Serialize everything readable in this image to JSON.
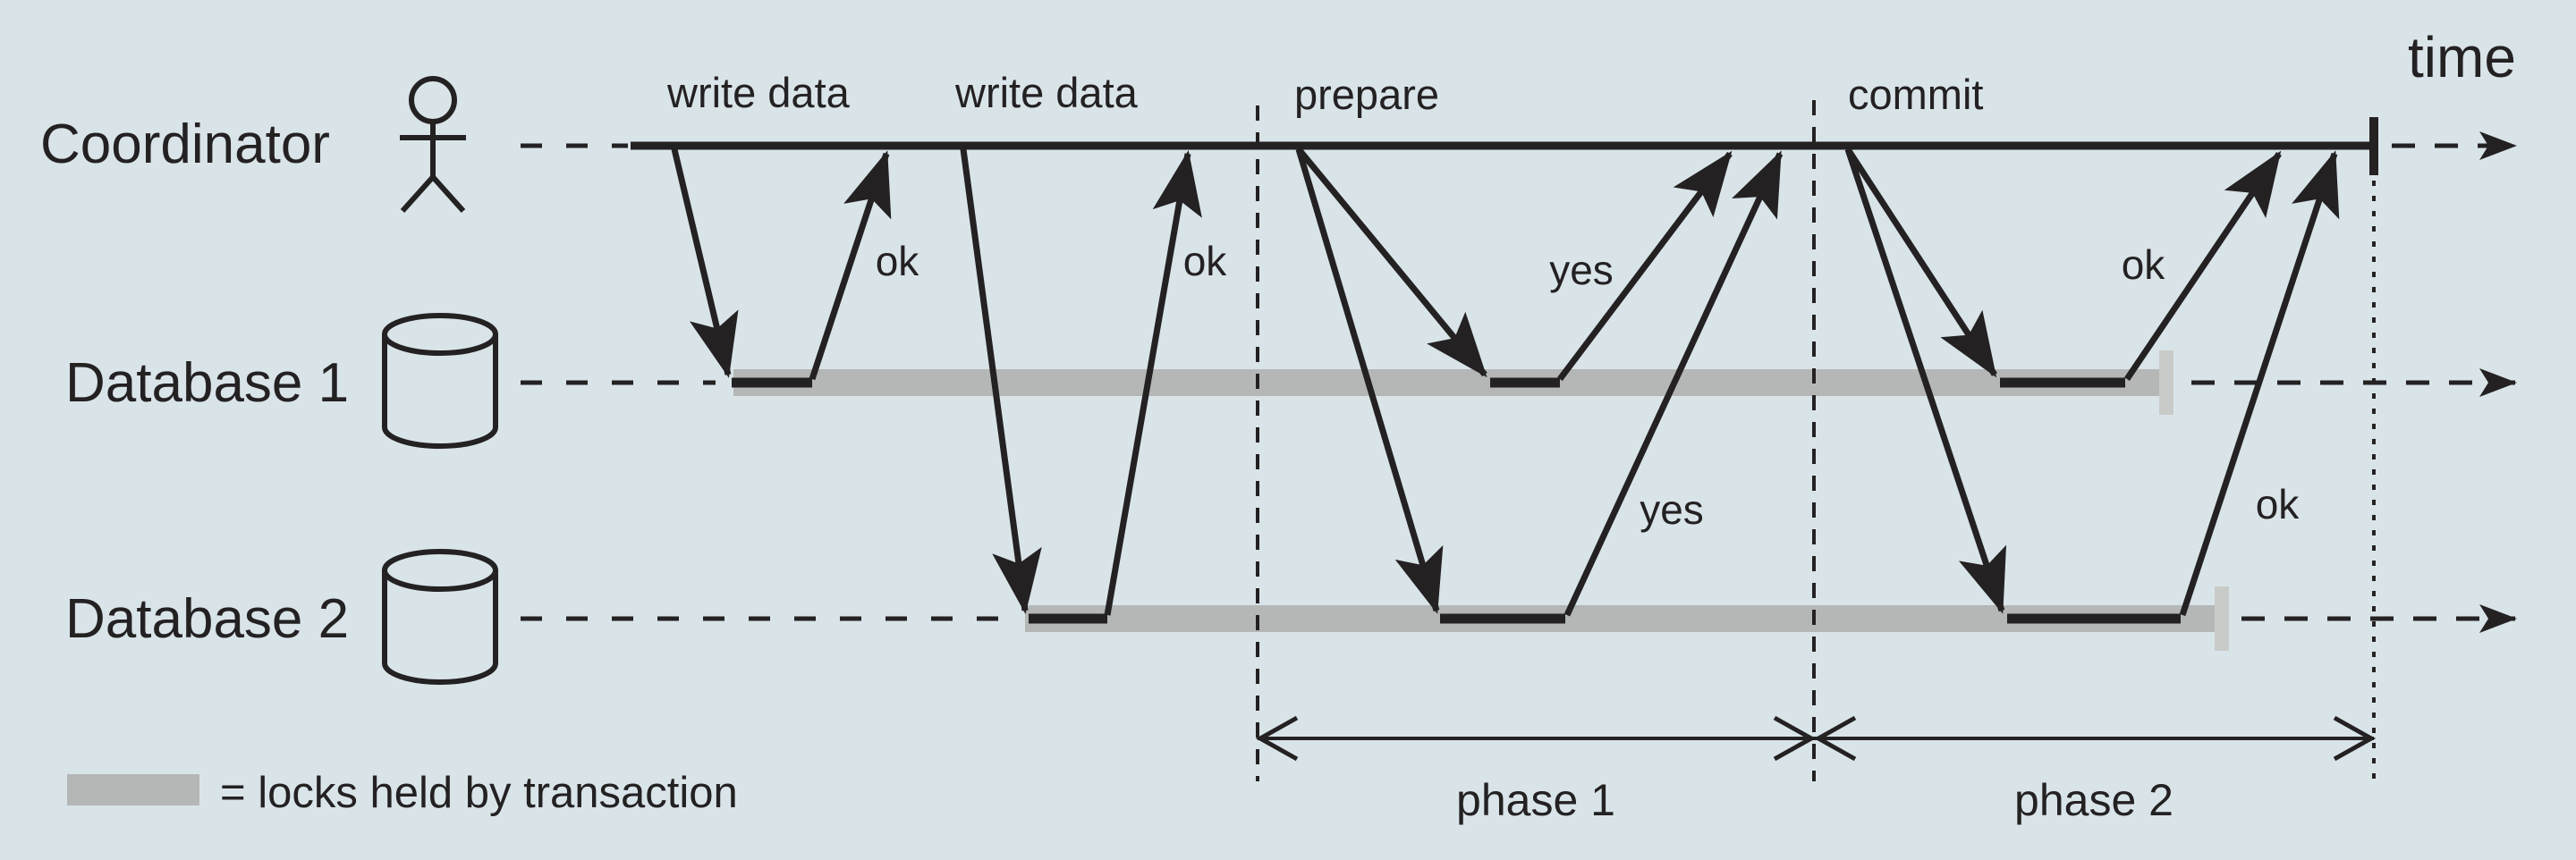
{
  "colors": {
    "background": "#d9e4e9",
    "ink": "#242122",
    "lock_bar": "#b5b7b6",
    "lock_bar_cap": "#c9cbc8"
  },
  "time_label": "time",
  "actors": [
    {
      "id": "coordinator",
      "label": "Coordinator",
      "icon": "person-icon"
    },
    {
      "id": "database-1",
      "label": "Database 1",
      "icon": "database-icon"
    },
    {
      "id": "database-2",
      "label": "Database 2",
      "icon": "database-icon"
    }
  ],
  "messages": {
    "write1": "write data",
    "write2": "write data",
    "prepare": "prepare",
    "commit": "commit"
  },
  "replies": {
    "ok_write1": "ok",
    "ok_write2": "ok",
    "yes_db1": "yes",
    "yes_db2": "yes",
    "ok_commit_db1": "ok",
    "ok_commit_db2": "ok"
  },
  "phases": {
    "phase1": "phase 1",
    "phase2": "phase 2"
  },
  "legend": {
    "text": "= locks held by transaction"
  }
}
